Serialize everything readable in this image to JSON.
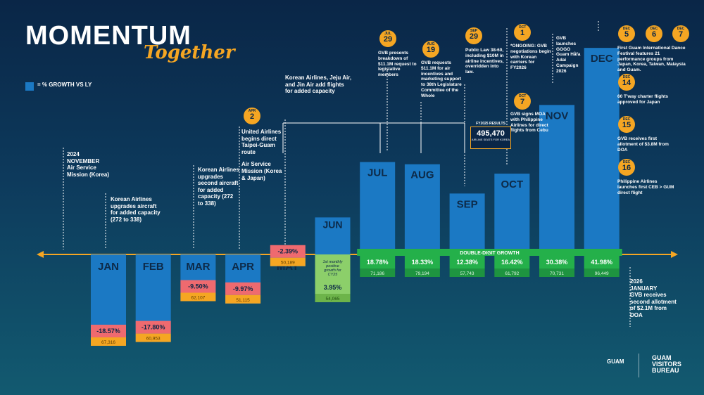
{
  "title": {
    "main": "MOMENTUM",
    "script": "Together"
  },
  "legend": {
    "label": "= % GROWTH VS LY",
    "color": "#1b79c4"
  },
  "double_digit_label": "DOUBLE-DIGIT GROWTH",
  "jun_note": {
    "text": "1st monthly positive growth for CY25"
  },
  "fy2025": {
    "title": "FY2025 RESULTS",
    "value": "495,470",
    "sub": "AIRLINE SEATS FOR KOREA"
  },
  "events": {
    "nov2024": {
      "year": "2024",
      "month": "NOVEMBER",
      "text": "Air Service Mission (Korea)"
    },
    "jan": "Korean Airlines upgrades aircraft for added capacity (272 to 338)",
    "mar": "Korean Airlines upgrades second aircraft for added capacity (272 to 338)",
    "apr2": {
      "month": "APR",
      "day": "2",
      "text1": "United Airlines begins direct Taipei-Guam route",
      "text2": "Air Service Mission (Korea & Japan)"
    },
    "may": "Korean Airlines, Jeju Air, and Jin Air add flights for added capacity",
    "jul29": {
      "month": "JUL",
      "day": "29",
      "text": "GVB presents breakdown of $11.1M request to legislative members"
    },
    "aug19": {
      "month": "AUG",
      "day": "19",
      "text": "GVB requests $11.1M for air incentives and marketing support to 38th Legislature Committee of the Whole"
    },
    "sep29": {
      "month": "SEP",
      "day": "29",
      "text": "Public Law 38-60, including $10M in airline incentives, overridden into law."
    },
    "oct1": {
      "month": "OCT",
      "day": "1",
      "text": "*ONGOING: GVB negotiations begin with Korean carriers for FY2026"
    },
    "oct7": {
      "month": "OCT",
      "day": "7",
      "text": "GVB signs MOA with Philippine Airlines for direct flights from Cebu"
    },
    "nov": "GVB launches GOGO Guam Håfa Adai Campaign 2026",
    "dec5": {
      "month": "DEC",
      "day": "5"
    },
    "dec6": {
      "month": "DEC",
      "day": "6"
    },
    "dec7": {
      "month": "DEC",
      "day": "7",
      "text": "First Guam International Dance Festival features 21 performance groups from Japan, Korea, Taiwan, Malaysia and Guam."
    },
    "dec14": {
      "month": "DEC",
      "day": "14",
      "text": "60 T'way charter flights approved for Japan"
    },
    "dec15": {
      "month": "DEC",
      "day": "15",
      "text": "GVB receives first allotment of $3.8M from DOA"
    },
    "dec16": {
      "month": "DEC",
      "day": "16",
      "text": "Philippine Airlines launches first CEB > GUM direct flight"
    },
    "jan2026": {
      "year": "2026",
      "month": "JANUARY",
      "text": "GVB receives second allotment of $2.1M from DOA"
    }
  },
  "logos": {
    "guam": "GUAM",
    "gvb": "GUAM VISITORS BUREAU"
  },
  "colors": {
    "bar": "#1b79c4",
    "negative": "#ef6a6f",
    "positive": "#24b04a",
    "seat": "#f5a623",
    "axis": "#f5a623"
  },
  "chart_data": {
    "type": "bar",
    "categories": [
      "JAN",
      "FEB",
      "MAR",
      "APR",
      "MAY",
      "JUN",
      "JUL",
      "AUG",
      "SEP",
      "OCT",
      "NOV",
      "DEC"
    ],
    "growth_labels": [
      "-18.57%",
      "-17.80%",
      "-9.50%",
      "-9.97%",
      "-2.39%",
      "3.95%",
      "18.78%",
      "18.33%",
      "12.38%",
      "16.42%",
      "30.38%",
      "41.98%"
    ],
    "values": [
      -18.57,
      -17.8,
      -9.5,
      -9.97,
      -2.39,
      3.95,
      18.78,
      18.33,
      12.38,
      16.42,
      30.38,
      41.98
    ],
    "seat_labels": [
      "67,316",
      "60,953",
      "62,107",
      "51,115",
      "50,189",
      "54,065",
      "71,186",
      "79,194",
      "57,743",
      "61,792",
      "70,731",
      "96,449"
    ],
    "seats": [
      67316,
      60953,
      62107,
      51115,
      50189,
      54065,
      71186,
      79194,
      57743,
      61792,
      70731,
      96449
    ],
    "ylabel": "% GROWTH VS LY"
  }
}
